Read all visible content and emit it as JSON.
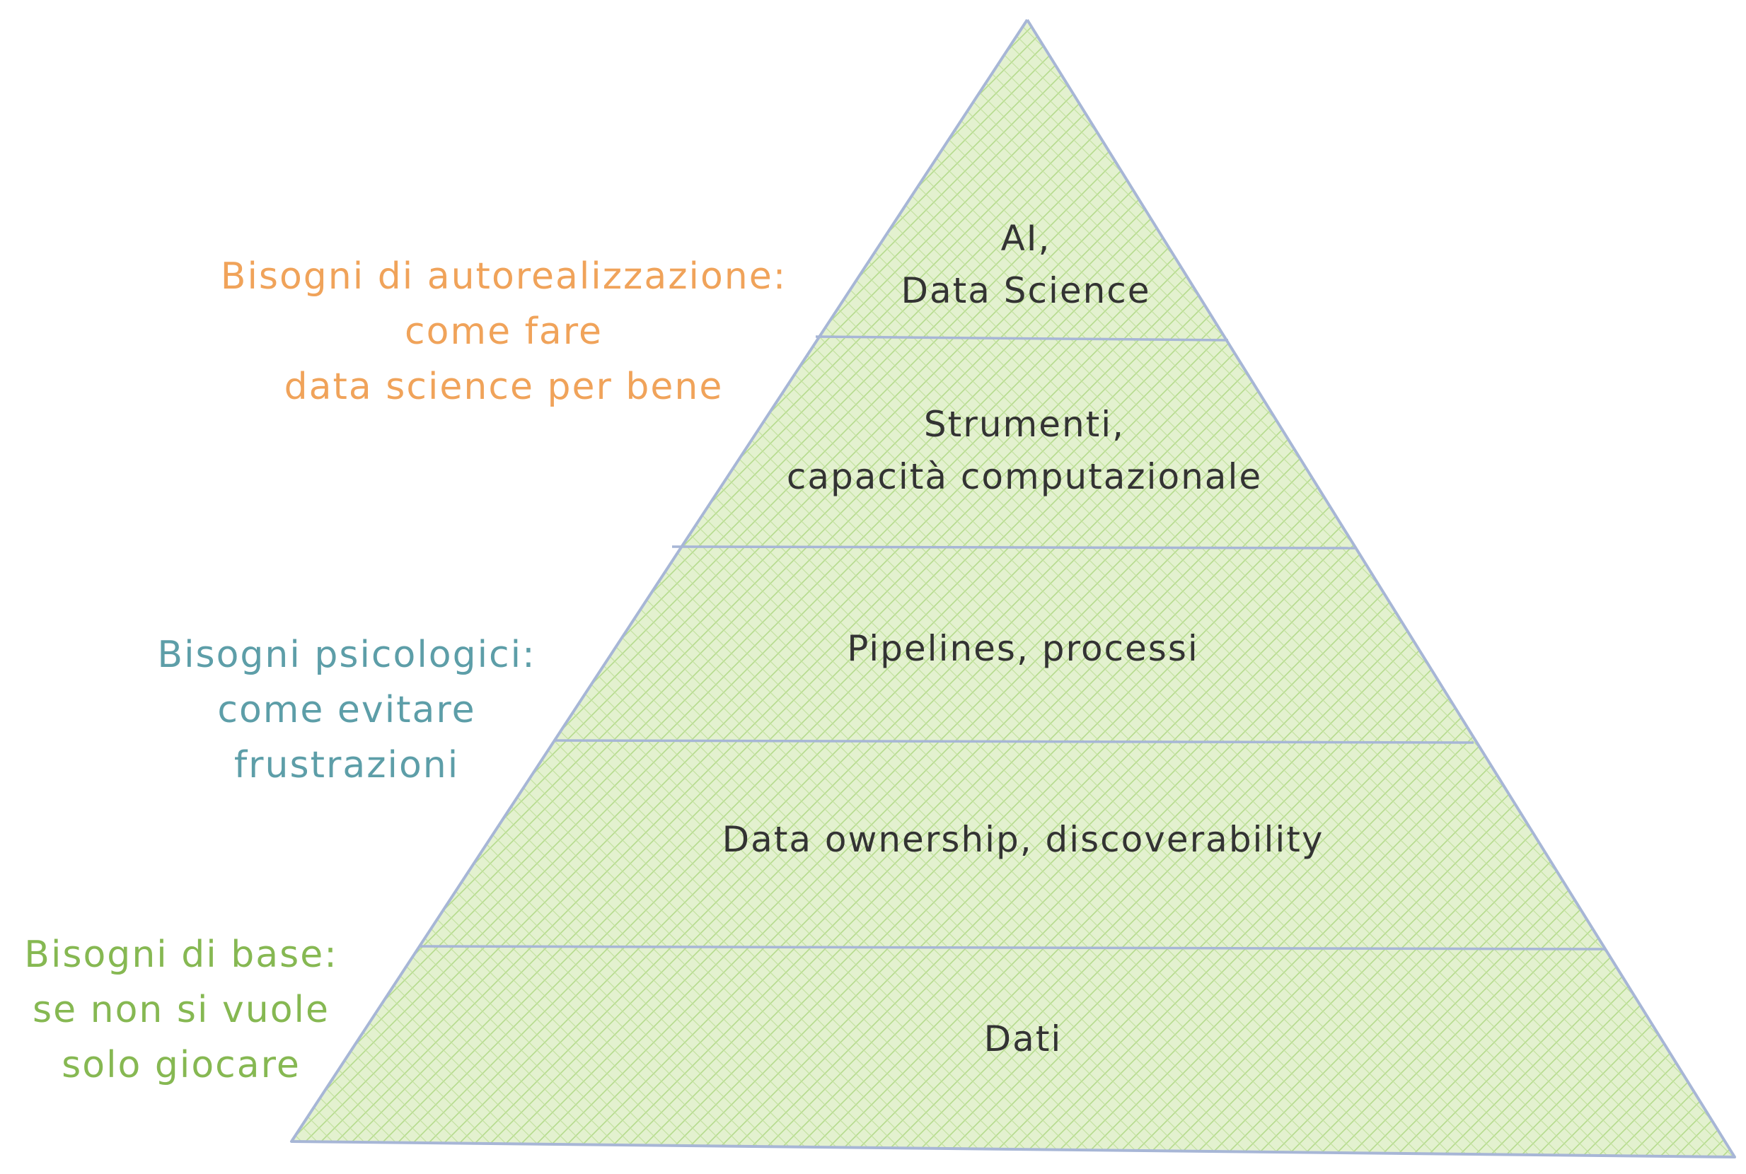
{
  "pyramid": {
    "tiers": [
      {
        "lines": [
          "AI,",
          "Data Science"
        ]
      },
      {
        "lines": [
          "Strumenti,",
          "capacità computazionale"
        ]
      },
      {
        "lines": [
          "Pipelines, processi"
        ]
      },
      {
        "lines": [
          "Data ownership, discoverability"
        ]
      },
      {
        "lines": [
          "Dati"
        ]
      }
    ],
    "fill_color": "#d8ecbf",
    "hatch_color": "#a9d37c",
    "stroke_color": "#a7b6d6"
  },
  "notes": {
    "self_actualization": {
      "lines": [
        "Bisogni di autorealizzazione:",
        "come fare",
        "data science per bene"
      ],
      "color": "#f0a35a"
    },
    "psychological": {
      "lines": [
        "Bisogni psicologici:",
        "come evitare",
        "frustrazioni"
      ],
      "color": "#5d9ea8"
    },
    "basic": {
      "lines": [
        "Bisogni di base:",
        "se non si vuole",
        "solo giocare"
      ],
      "color": "#86b852"
    }
  }
}
